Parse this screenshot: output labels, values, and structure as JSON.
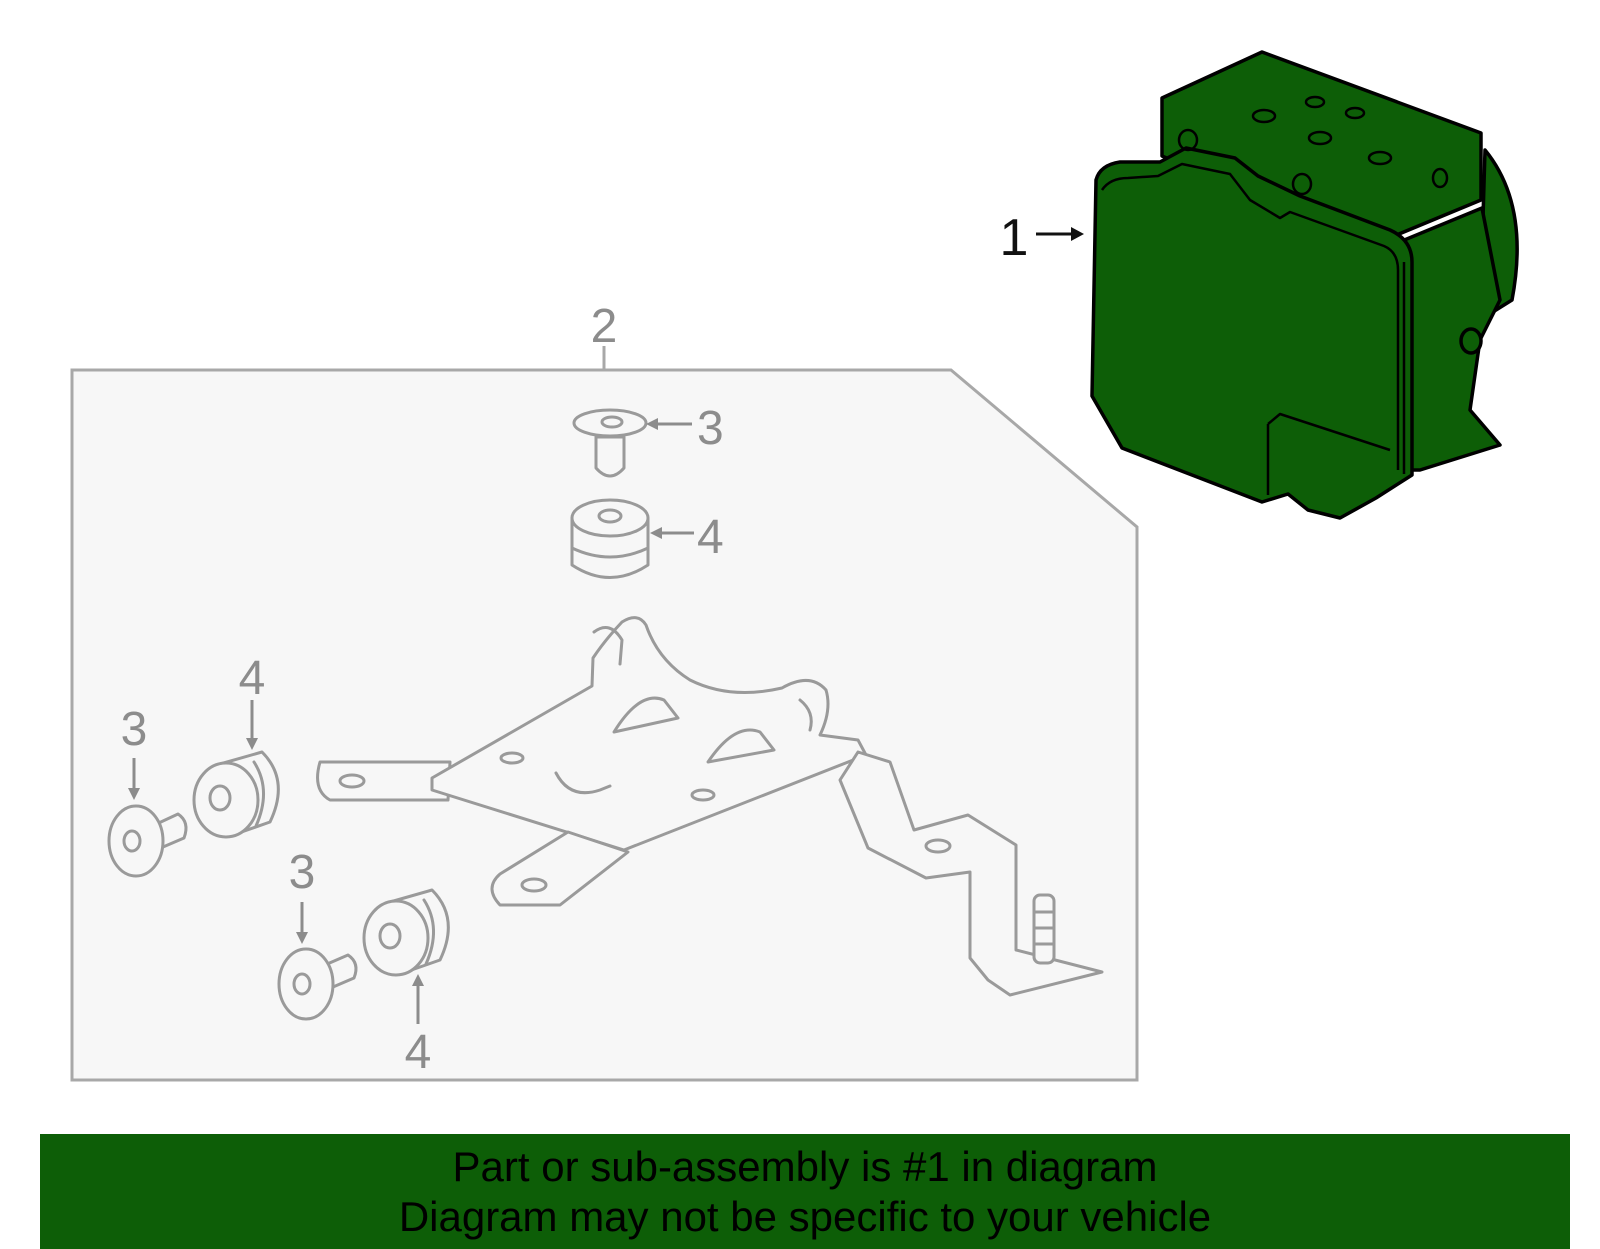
{
  "callouts": {
    "abs_unit": "1",
    "bracket": "2",
    "bolt_top": "3",
    "insulator_top": "4",
    "bolt_left": "3",
    "insulator_left": "4",
    "bolt_bottom": "3",
    "insulator_bottom": "4"
  },
  "banner": {
    "line1": "Part or sub-assembly is #1 in diagram",
    "line2": "Diagram may not be specific to your vehicle"
  },
  "colors": {
    "highlight_part": "#0d5e07",
    "banner_background": "#0d5e07",
    "line_gray": "#9a9a9a",
    "panel_fill": "#f7f7f7"
  }
}
